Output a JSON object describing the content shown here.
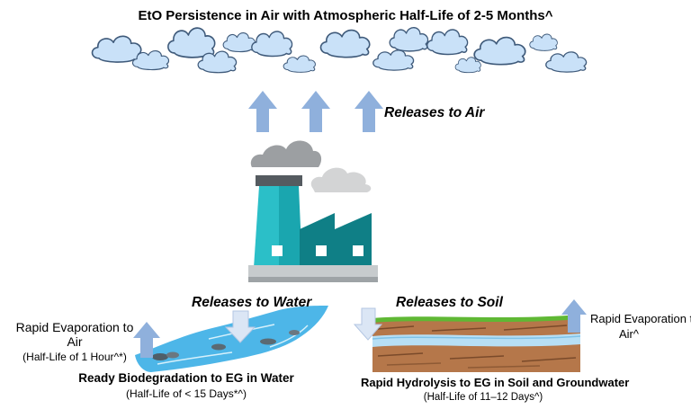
{
  "title": "EtO Persistence in Air with Atmospheric Half-Life of 2-5 Months^",
  "releases_air": "Releases to Air",
  "releases_water": "Releases to Water",
  "releases_soil": "Releases to Soil",
  "water": {
    "evap_line1": "Rapid Evaporation to",
    "evap_line2": "Air",
    "evap_halflife": "(Half-Life of 1 Hour^*)",
    "main": "Ready Biodegradation to EG in Water",
    "sub": "(Half-Life of < 15 Days*^)"
  },
  "soil": {
    "main": "Rapid Hydrolysis to EG in Soil and Groundwater",
    "sub": "(Half-Life of 11–12 Days^)",
    "evap_line1": "Rapid Evaporation to",
    "evap_line2": "Air^"
  },
  "colors": {
    "cloud_fill": "#c9e1f8",
    "cloud_stroke": "#3f5a7a",
    "arrow": "#8fb0dc",
    "factory_teal": "#2bbfc8",
    "factory_dark_teal": "#0f7f86",
    "chimney_cap": "#555b60",
    "smoke_dark": "#9c9fa2",
    "smoke_light": "#d3d4d5",
    "water": "#4db6e8",
    "soil_brown": "#b5774a",
    "grass": "#5fb834",
    "groundwater": "#b7dff5"
  },
  "icons": [
    "cloud-icon",
    "up-arrow-icon",
    "down-arrow-icon",
    "factory-icon",
    "smoke-cloud-icon",
    "river-icon",
    "rock-icon",
    "soil-layer-icon"
  ]
}
